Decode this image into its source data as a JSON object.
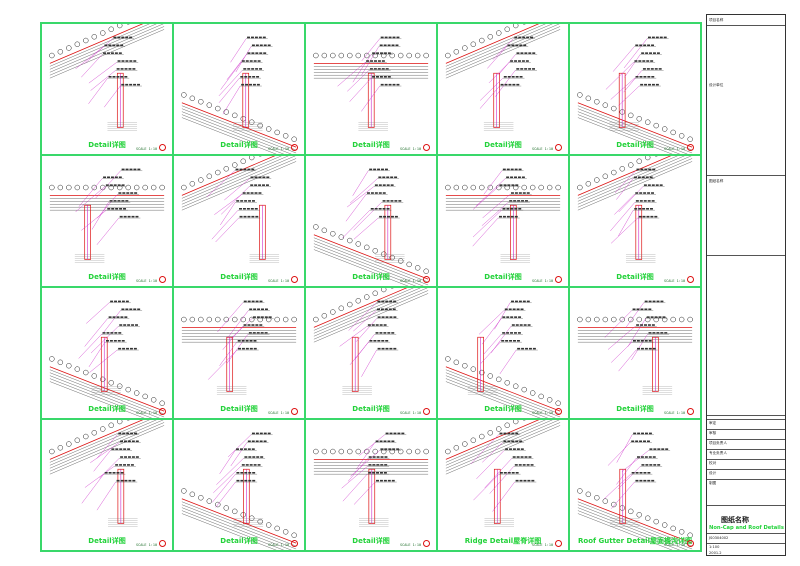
{
  "sheet": {
    "title_block": {
      "project_label": "项目名称",
      "design_unit_label": "设计单位",
      "drawing_name_label": "图纸名称",
      "drawing_name_cn": "图纸名称",
      "drawing_name_en": "Non-Cap and Roof Details",
      "drawing_number": "JS0304002",
      "scale_value": "1:100",
      "date_value": "2001.2",
      "rows_small": [
        "审定",
        "审核",
        "项目负责人",
        "专业负责人",
        "校对",
        "设计",
        "制图"
      ]
    },
    "details": [
      {
        "caption": "Detail详图",
        "scale": "SCALE 1:10"
      },
      {
        "caption": "Detail详图",
        "scale": "SCALE 1:10"
      },
      {
        "caption": "Detail详图",
        "scale": "SCALE 1:10"
      },
      {
        "caption": "Detail详图",
        "scale": "SCALE 1:10"
      },
      {
        "caption": "Detail详图",
        "scale": "SCALE 1:10"
      },
      {
        "caption": "Detail详图",
        "scale": "SCALE 1:10"
      },
      {
        "caption": "Detail详图",
        "scale": "SCALE 1:10"
      },
      {
        "caption": "Detail详图",
        "scale": "SCALE 1:10"
      },
      {
        "caption": "Detail详图",
        "scale": "SCALE 1:10"
      },
      {
        "caption": "Detail详图",
        "scale": "SCALE 1:10"
      },
      {
        "caption": "Detail详图",
        "scale": "SCALE 1:10"
      },
      {
        "caption": "Detail详图",
        "scale": "SCALE 1:10"
      },
      {
        "caption": "Detail详图",
        "scale": "SCALE 1:10"
      },
      {
        "caption": "Detail详图",
        "scale": "SCALE 1:10"
      },
      {
        "caption": "Detail详图",
        "scale": "SCALE 1:10"
      },
      {
        "caption": "Detail详图",
        "scale": "SCALE 1:10"
      },
      {
        "caption": "Detail详图",
        "scale": "SCALE 1:10"
      },
      {
        "caption": "Detail详图",
        "scale": "SCALE 1:10"
      },
      {
        "caption": "Ridge Detail屋脊详图",
        "scale": "SCALE 1:10"
      },
      {
        "caption": "Roof Gutter Detail屋面檐沟详图",
        "scale": "SCALE 1:10"
      }
    ]
  }
}
